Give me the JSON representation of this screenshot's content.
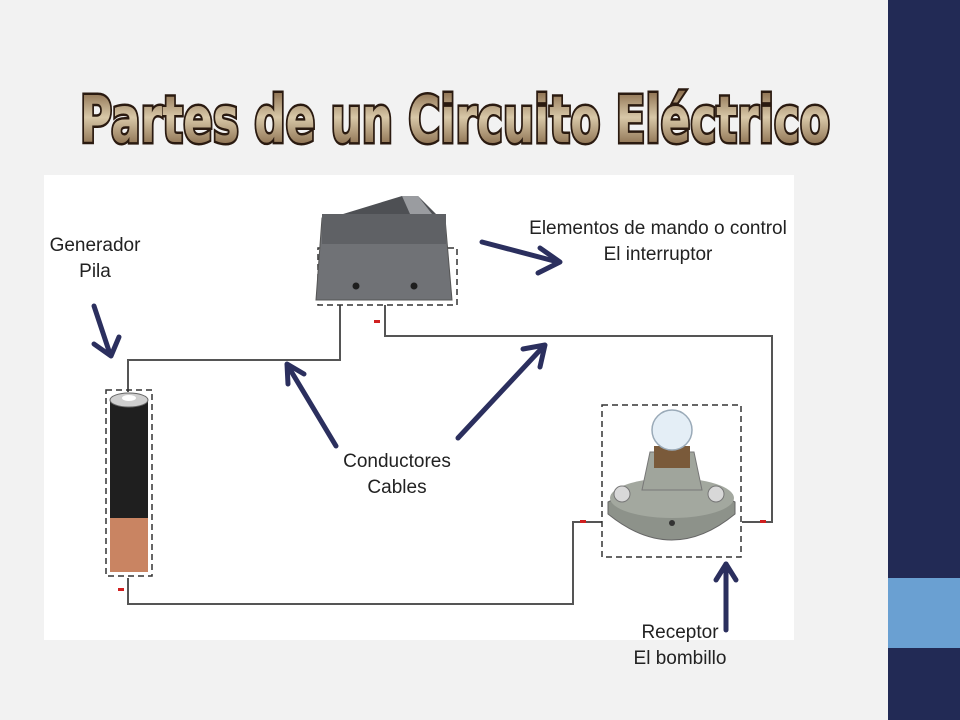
{
  "slide": {
    "title": "Partes de un Circuito Eléctrico"
  },
  "labels": {
    "generator": {
      "line1": "Generador",
      "line2": "Pila"
    },
    "control": {
      "line1": "Elementos de mando o control",
      "line2": "El interruptor"
    },
    "conductors": {
      "line1": "Conductores",
      "line2": "Cables"
    },
    "receiver": {
      "line1": "Receptor",
      "line2": "El bombillo"
    }
  },
  "colors": {
    "sidebar": "#222a55",
    "sidebar_accent": "#6aa0d2",
    "arrow": "#2b2f5e",
    "title_fill": "#a8875a",
    "title_stroke": "#2a1a10"
  }
}
